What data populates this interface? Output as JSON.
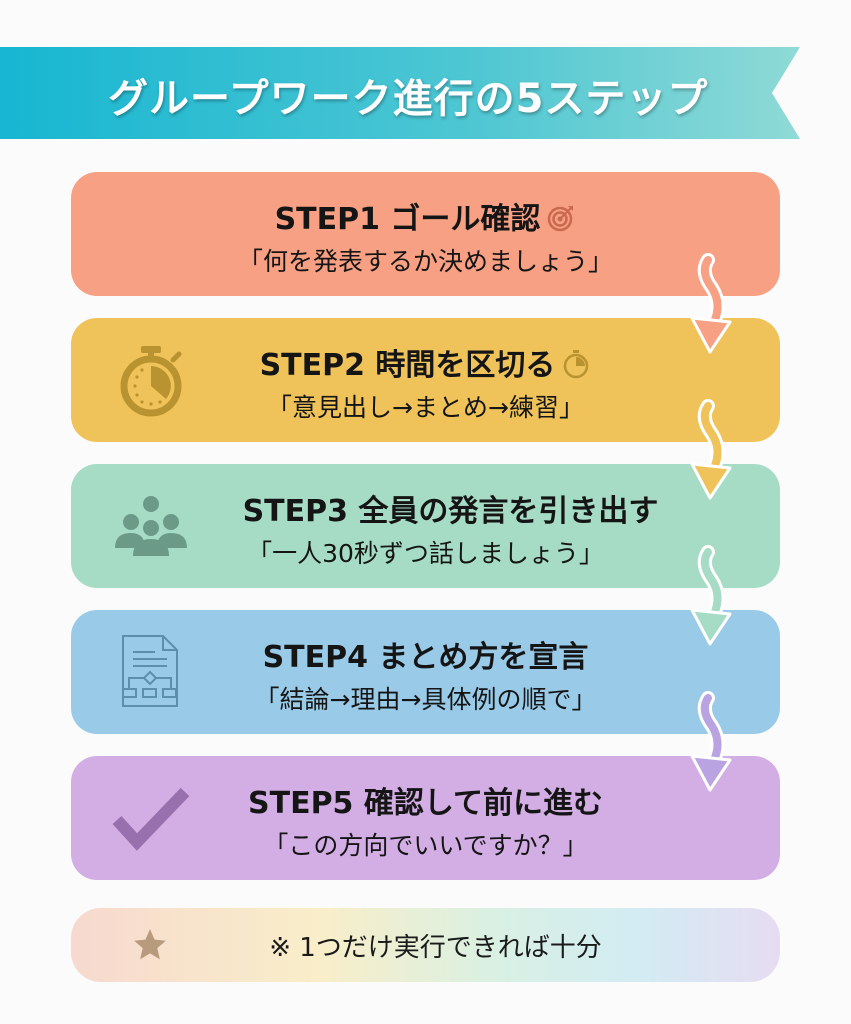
{
  "header": {
    "title": "グループワーク進行の5ステップ",
    "banner_color": "#17b6d2"
  },
  "steps": [
    {
      "label": "STEP1",
      "title": "STEP1  ゴール確認",
      "subtitle": "「何を発表するか決めましょう」",
      "icon": "target-icon",
      "color": "#f8a083"
    },
    {
      "label": "STEP2",
      "title": "STEP2  時間を区切る",
      "subtitle": "「意見出し→まとめ→練習」",
      "icon": "stopwatch-icon",
      "color": "#efc35a"
    },
    {
      "label": "STEP3",
      "title": "STEP3  全員の発言を引き出す",
      "subtitle": "「一人30秒ずつ話しましょう」",
      "icon": "group-icon",
      "color": "#a6dcc6"
    },
    {
      "label": "STEP4",
      "title": "STEP4  まとめ方を宣言",
      "subtitle": "「結論→理由→具体例の順で」",
      "icon": "flowchart-document-icon",
      "color": "#99cbe8"
    },
    {
      "label": "STEP5",
      "title": "STEP5  確認して前に進む",
      "subtitle": "「この方向でいいですか？」",
      "icon": "checkmark-icon",
      "color": "#d2aee4"
    }
  ],
  "note": {
    "text": "※ 1つだけ実行できれば十分",
    "icon": "star-icon"
  }
}
